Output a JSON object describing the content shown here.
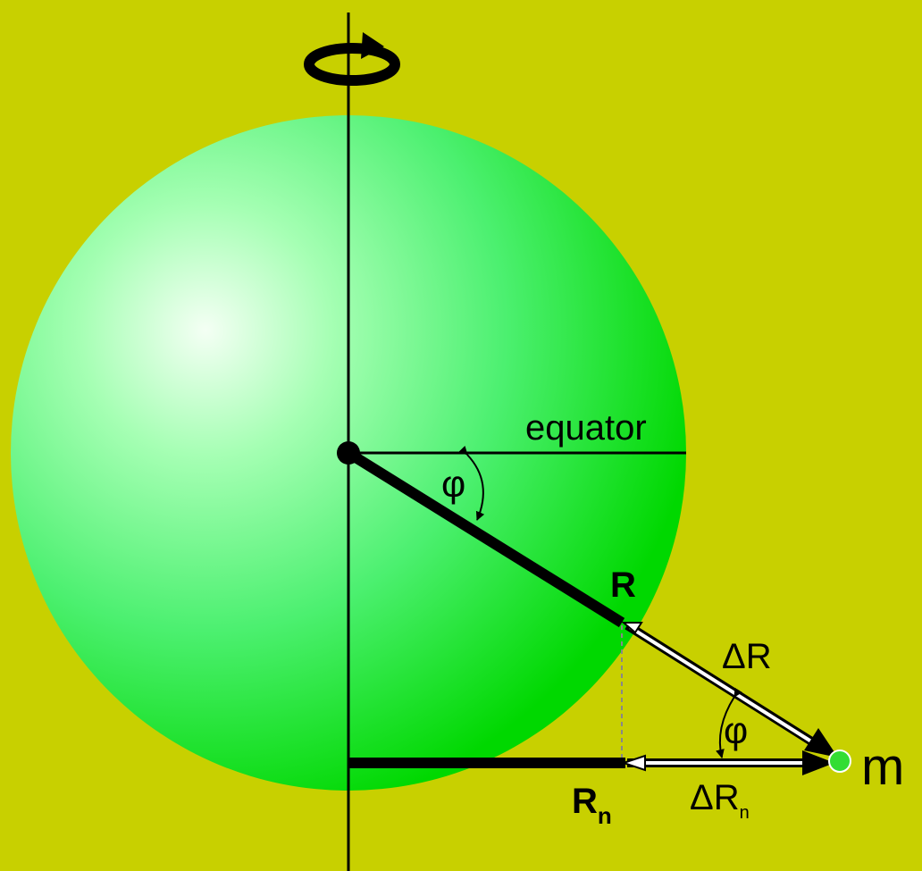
{
  "diagram": {
    "labels": {
      "equator": "equator",
      "phi_center": "φ",
      "phi_mass": "φ",
      "R": "R",
      "delta_R": "ΔR",
      "R_n_base": "R",
      "R_n_sub": "n",
      "delta_R_n_base": "ΔR",
      "delta_R_n_sub": "n",
      "mass": "m"
    },
    "icons": {
      "rotation": "rotation-arrow-icon"
    },
    "colors": {
      "background": "#c8d000",
      "sphere_light": "#e8ffe8",
      "sphere_mid": "#66ff88",
      "sphere_dark": "#00dd00",
      "mass_point": "#33dd33",
      "vector_outline": "#000000",
      "vector_fill": "#ffffff"
    }
  }
}
